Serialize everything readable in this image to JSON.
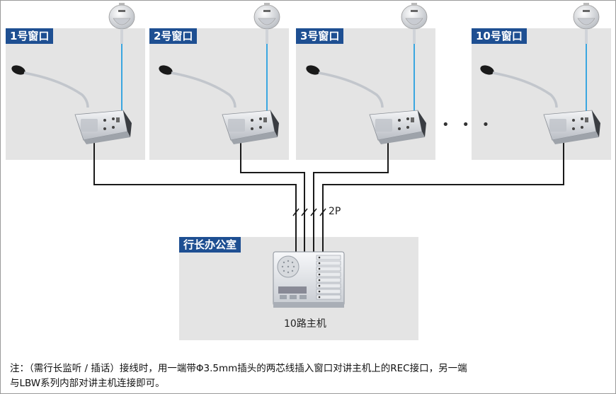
{
  "windows": [
    {
      "label": "1号窗口"
    },
    {
      "label": "2号窗口"
    },
    {
      "label": "3号窗口"
    },
    {
      "label": "10号窗口"
    }
  ],
  "ellipsis": "• • •",
  "cable_label": "2P",
  "office": {
    "label": "行长办公室",
    "device_label": "10路主机"
  },
  "note": {
    "line1": "注：（需行长监听 / 插话）接线时，用一端带Φ3.5mm插头的两芯线插入窗口对讲主机上的REC接口，另一端",
    "line2": "与LBW系列内部对讲主机连接即可。"
  },
  "colors": {
    "tag": "#1e4f92",
    "panel": "#e4e4e4",
    "ceiling_wire": "#3aa6e0",
    "wire": "#1a1a1a"
  }
}
